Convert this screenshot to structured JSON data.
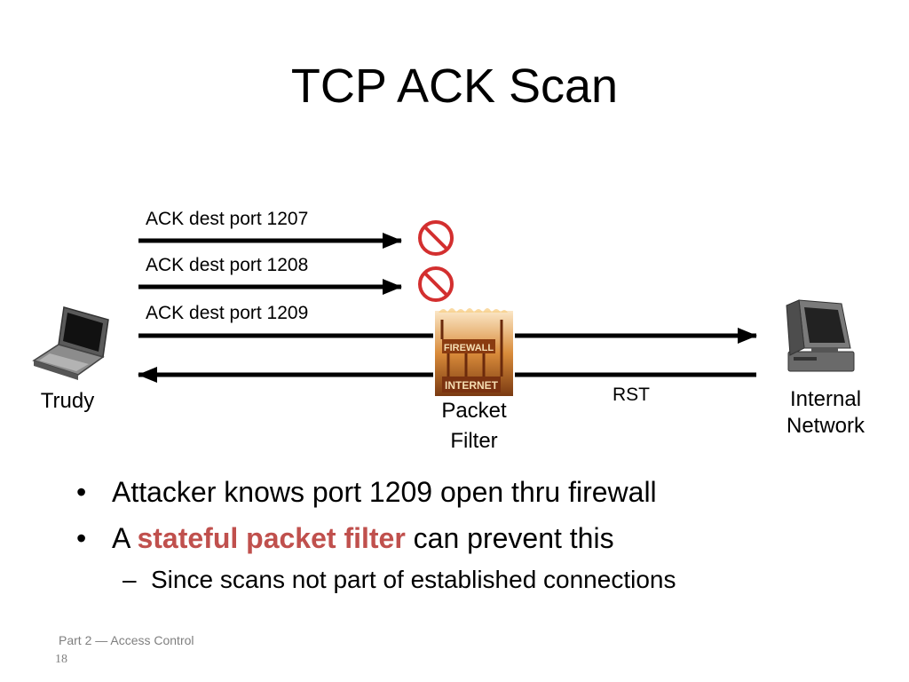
{
  "title": "TCP ACK Scan",
  "diagram": {
    "probes": [
      {
        "label": "ACK dest port 1207"
      },
      {
        "label": "ACK dest port 1208"
      },
      {
        "label": "ACK dest port 1209"
      }
    ],
    "response_label": "RST",
    "nodes": {
      "attacker": "Trudy",
      "filter_line1": "Packet",
      "filter_line2": "Filter",
      "internal_line1": "Internal",
      "internal_line2": "Network"
    },
    "firewall_image_text": [
      "FIREWALL",
      "INTERNET"
    ],
    "blocked_icon": "prohibited-icon",
    "blocked_color": "#d32f2f"
  },
  "bullets": [
    {
      "text": "Attacker knows port 1209 open thru firewall"
    },
    {
      "prefix": "A ",
      "highlight": "stateful packet filter",
      "suffix": " can prevent this"
    }
  ],
  "sub_bullet": "Since scans not part of established connections",
  "highlight_color": "#c0504d",
  "footer": "Part 2 — Access Control",
  "page_number": "18"
}
